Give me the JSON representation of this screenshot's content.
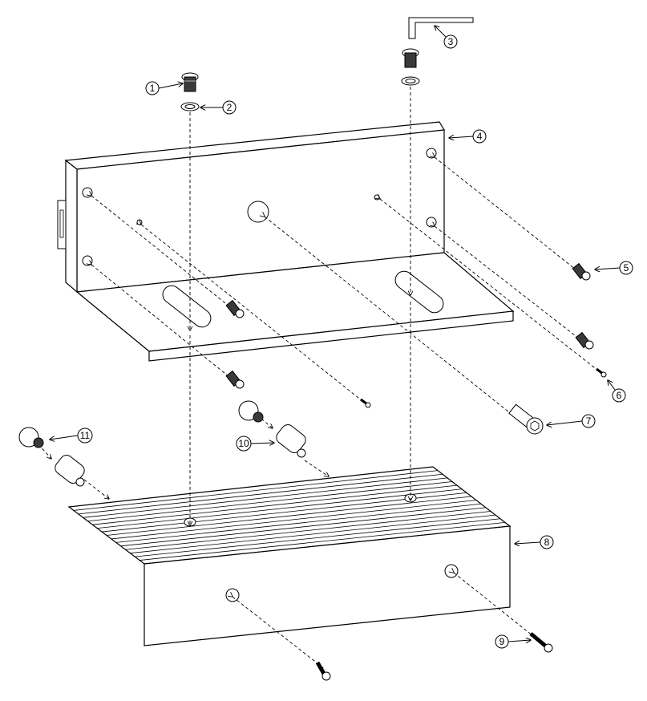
{
  "callouts": [
    {
      "id": "c1",
      "number": "1"
    },
    {
      "id": "c2",
      "number": "2"
    },
    {
      "id": "c3",
      "number": "3"
    },
    {
      "id": "c4",
      "number": "4"
    },
    {
      "id": "c5",
      "number": "5"
    },
    {
      "id": "c6",
      "number": "6"
    },
    {
      "id": "c7",
      "number": "7"
    },
    {
      "id": "c8",
      "number": "8"
    },
    {
      "id": "c9",
      "number": "9"
    },
    {
      "id": "c10",
      "number": "10"
    },
    {
      "id": "c11",
      "number": "11"
    }
  ],
  "colors": {
    "line": "#000000",
    "background": "#ffffff",
    "metal_dark": "#3a3a3a"
  },
  "icons": [
    "shoulder-bolt-icon",
    "washer-icon",
    "hex-key-icon",
    "socket-screw-icon",
    "countersunk-screw-icon",
    "spacer-icon",
    "cap-icon"
  ]
}
